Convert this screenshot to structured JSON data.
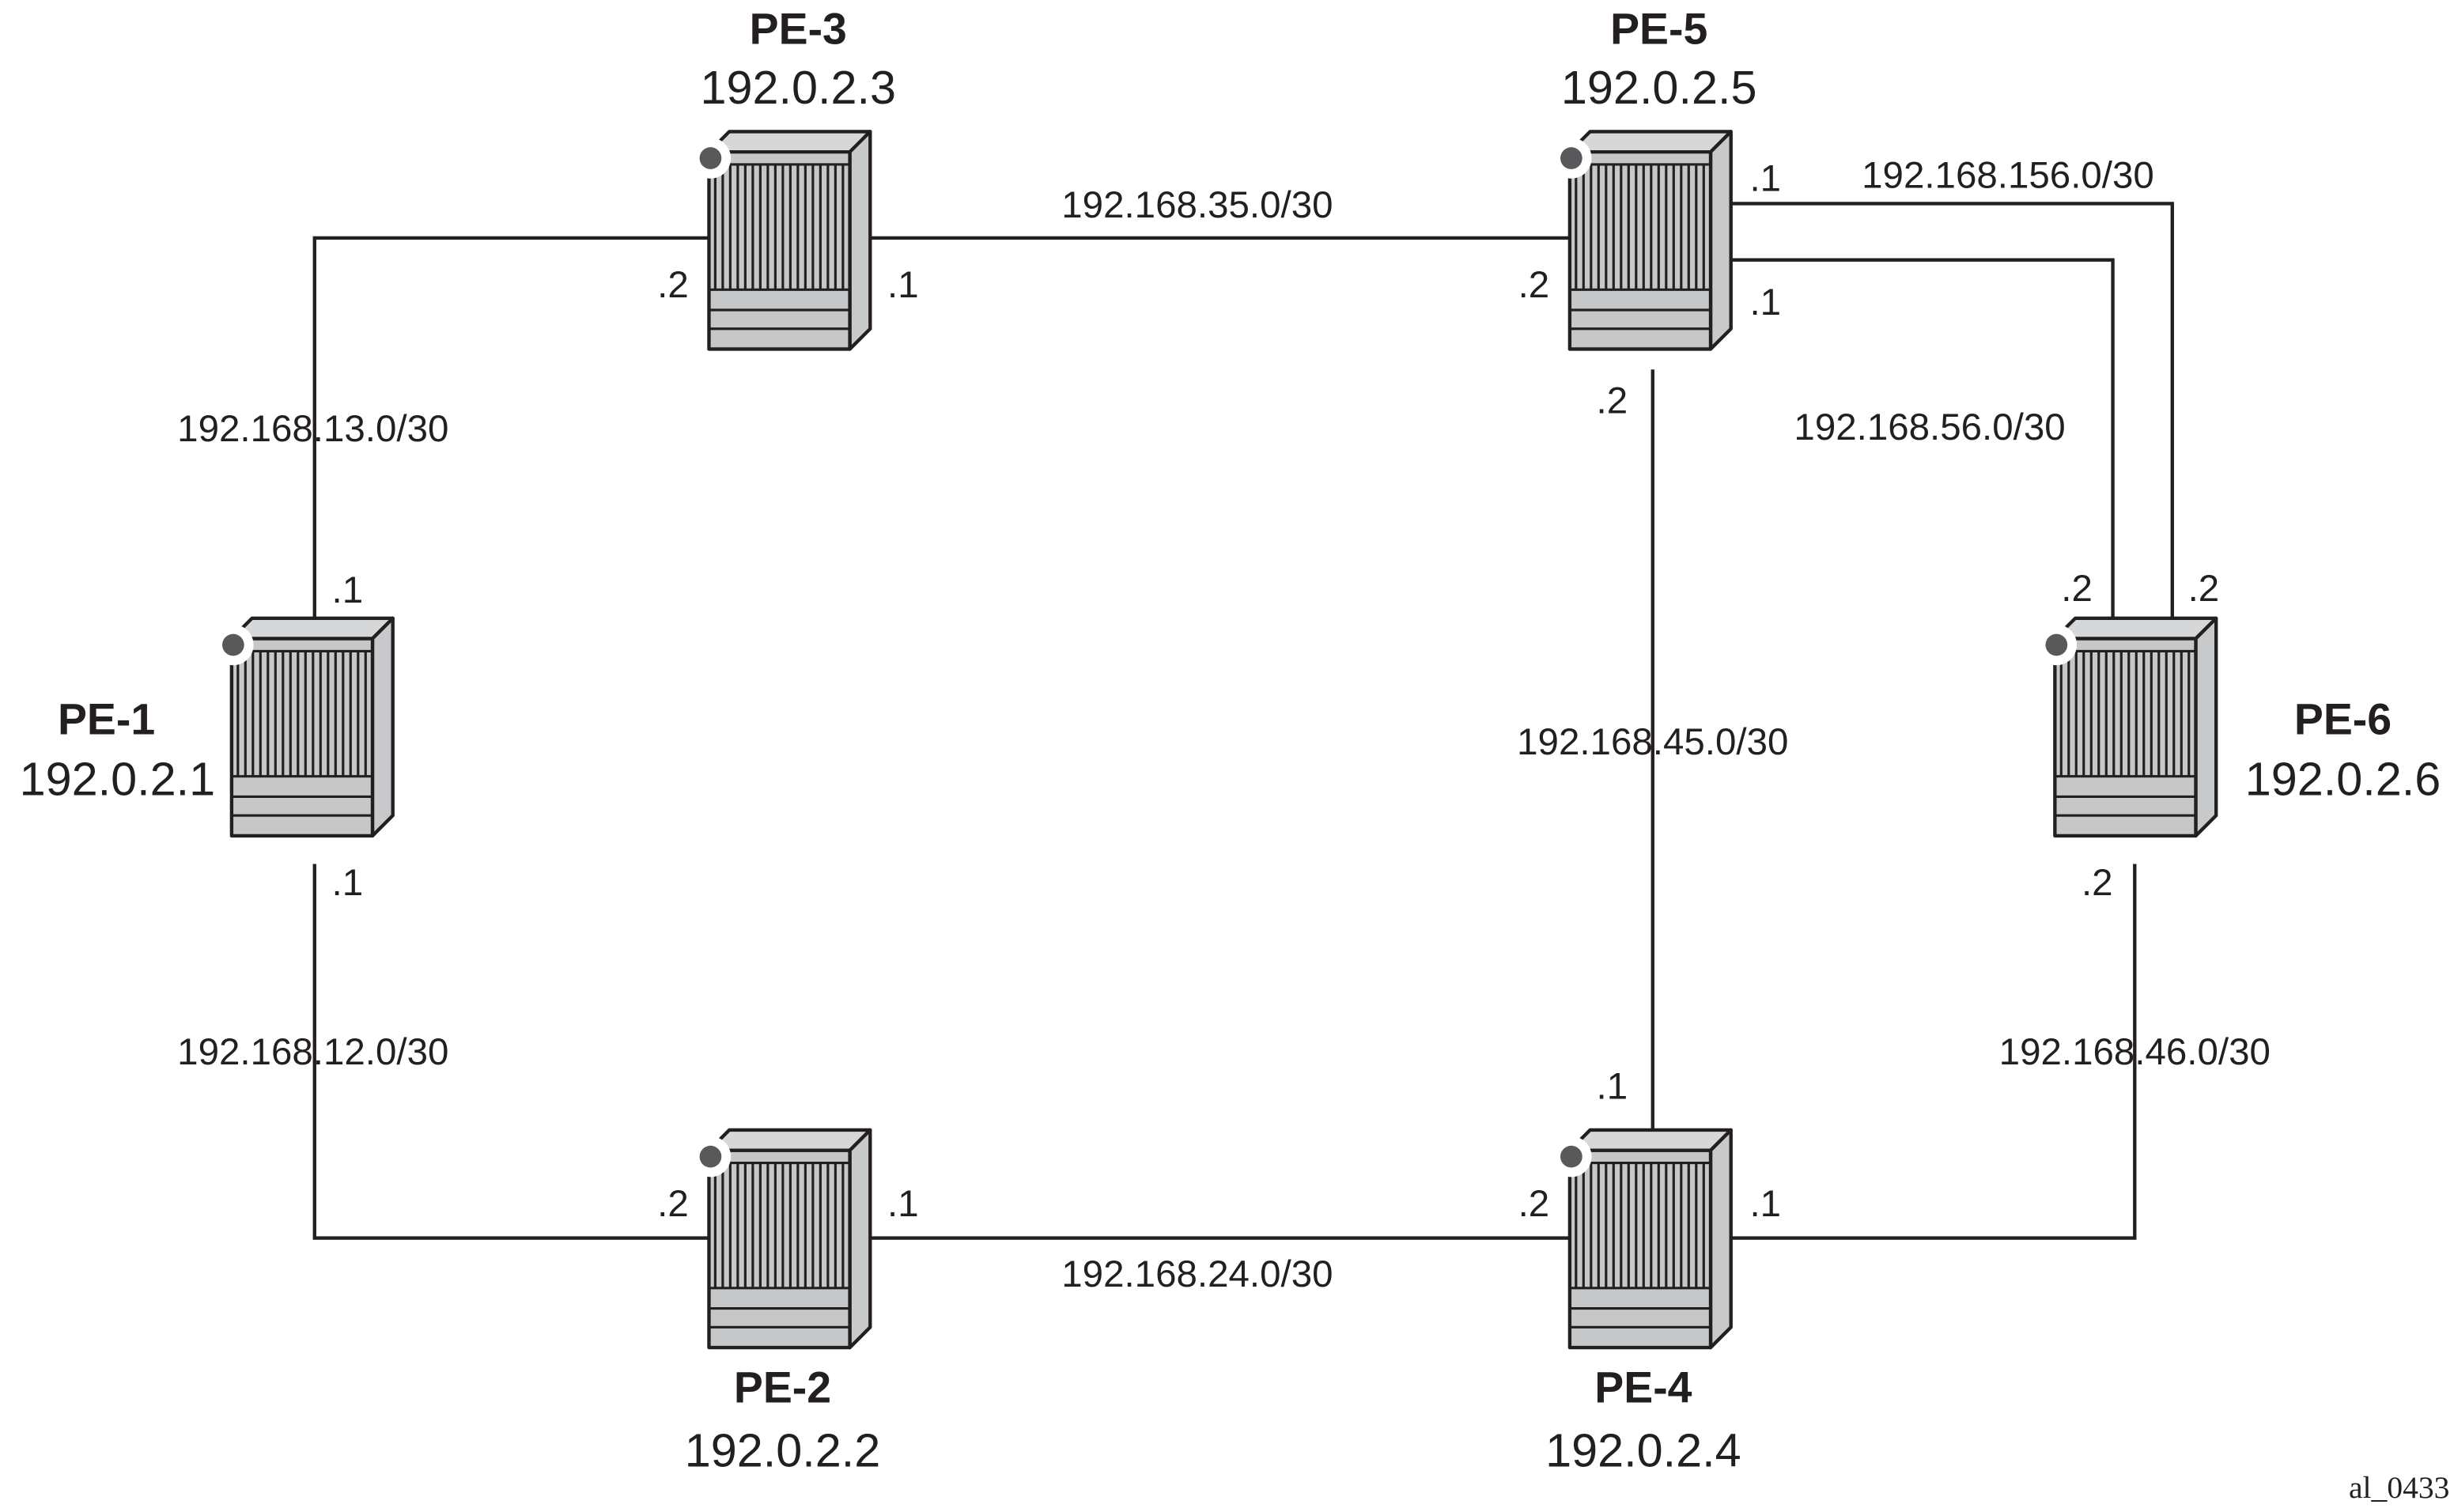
{
  "nodes": {
    "pe1": {
      "name": "PE-1",
      "ip": "192.0.2.1"
    },
    "pe2": {
      "name": "PE-2",
      "ip": "192.0.2.2"
    },
    "pe3": {
      "name": "PE-3",
      "ip": "192.0.2.3"
    },
    "pe4": {
      "name": "PE-4",
      "ip": "192.0.2.4"
    },
    "pe5": {
      "name": "PE-5",
      "ip": "192.0.2.5"
    },
    "pe6": {
      "name": "PE-6",
      "ip": "192.0.2.6"
    }
  },
  "links": {
    "l13": {
      "subnet": "192.168.13.0/30",
      "a": ".1",
      "b": ".2"
    },
    "l35": {
      "subnet": "192.168.35.0/30",
      "a": ".1",
      "b": ".2"
    },
    "l156": {
      "subnet": "192.168.156.0/30",
      "a": ".1",
      "b": ".2"
    },
    "l56": {
      "subnet": "192.168.56.0/30",
      "a": ".1",
      "b": ".2"
    },
    "l45": {
      "subnet": "192.168.45.0/30",
      "a": ".2",
      "b": ".1"
    },
    "l12": {
      "subnet": "192.168.12.0/30",
      "a": ".1",
      "b": ".2"
    },
    "l24": {
      "subnet": "192.168.24.0/30",
      "a": ".1",
      "b": ".2"
    },
    "l46": {
      "subnet": "192.168.46.0/30",
      "a": ".2",
      "b": ".1"
    }
  },
  "figure_id": "al_0433"
}
